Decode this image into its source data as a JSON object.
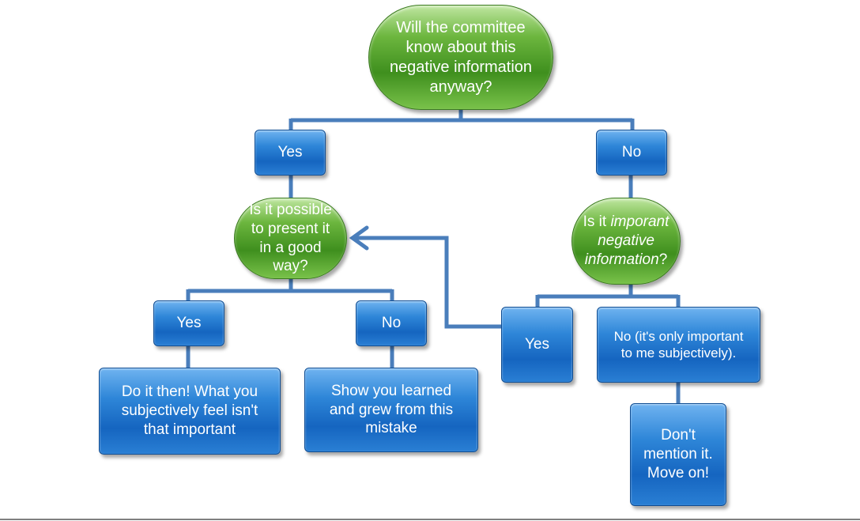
{
  "flowchart": {
    "root_question": [
      "Will the committee",
      "know about this",
      "negative information",
      "anyway?"
    ],
    "yes_branch": {
      "label": "Yes",
      "question": [
        "Is it possible",
        "to present it",
        "in a good",
        "way?"
      ],
      "yes_label": "Yes",
      "no_label": "No",
      "yes_outcome": [
        "Do it then! What you",
        "subjectively feel isn't",
        "that important"
      ],
      "no_outcome": [
        "Show you learned",
        "and grew from this",
        "mistake"
      ]
    },
    "no_branch": {
      "label": "No",
      "question": {
        "line1_prefix": "Is it ",
        "line1_italic": "imporant",
        "line2_italic": "negative",
        "line3_italic": "information",
        "line3_suffix": "?"
      },
      "yes_label": "Yes",
      "no_label": [
        "No (it's only important",
        "to me subjectively)."
      ],
      "no_outcome": [
        "Don't",
        "mention it.",
        "Move on!"
      ]
    }
  },
  "colors": {
    "connector": "#4a7ebb",
    "question_fill": "#5aa832",
    "answer_fill": "#1f78d1",
    "text": "#ffffff"
  }
}
